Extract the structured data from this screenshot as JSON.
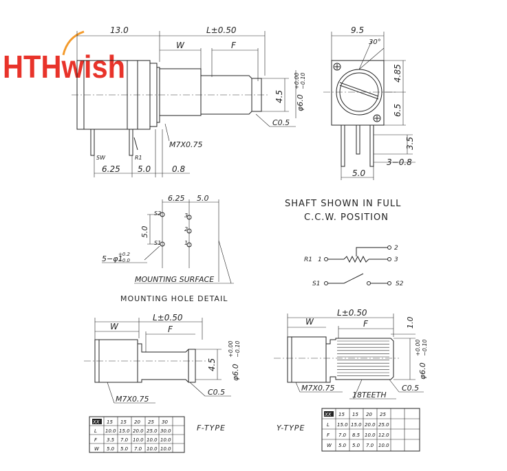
{
  "brand": {
    "logo_text": "HTHwish"
  },
  "top_view": {
    "dim_13": "13.0",
    "dim_L": "L±0.50",
    "dim_W": "W",
    "dim_F": "F",
    "dim_45": "4.5",
    "dim_6": "φ6.0",
    "tol_upper": "+0.00",
    "tol_lower": "−0.10",
    "chamfer": "C0.5",
    "thread": "M7X0.75",
    "sw": "SW",
    "r1": "R1",
    "dim_625": "6.25",
    "dim_50": "5.0",
    "dim_08": "0.8"
  },
  "side_view": {
    "dim_95": "9.5",
    "dim_30": "30°",
    "dim_485": "4.85",
    "dim_65": "6.5",
    "dim_35": "3.5",
    "dim_308": "3−0.8",
    "dim_50": "5.0"
  },
  "mount": {
    "dim_625": "6.25",
    "dim_50": "5.0",
    "dim_50v": "5.0",
    "s1": "S1",
    "s2": "S2",
    "p1": "1",
    "p2": "2",
    "p3": "3",
    "hole": "5−φ1",
    "hole_up": "+0.2",
    "hole_lo": "−0.0",
    "surface": "MOUNTING SURFACE",
    "caption": "MOUNTING HOLE DETAIL"
  },
  "note": {
    "line1": "SHAFT SHOWN IN FULL",
    "line2": "C.C.W. POSITION"
  },
  "schematic": {
    "r1": "R1",
    "n1": "1",
    "n2": "2",
    "n3": "3",
    "s1": "S1",
    "s2": "S2"
  },
  "ftype": {
    "name": "F-TYPE",
    "dim_L": "L±0.50",
    "dim_W": "W",
    "dim_F": "F",
    "dim_45": "4.5",
    "dim_6": "φ6.0",
    "tol_upper": "+0.00",
    "tol_lower": "−0.10",
    "chamfer": "C0.5",
    "thread": "M7X0.75",
    "table": {
      "headers": [
        "XX",
        "15",
        "15",
        "20",
        "25",
        "30"
      ],
      "rows": [
        [
          "L",
          "10.0",
          "15.0",
          "20.0",
          "25.0",
          "30.0"
        ],
        [
          "F",
          "3.5",
          "7.0",
          "10.0",
          "10.0",
          "10.0"
        ],
        [
          "W",
          "5.0",
          "5.0",
          "7.0",
          "10.0",
          "10.0"
        ]
      ]
    }
  },
  "ytype": {
    "name": "Y-TYPE",
    "dim_L": "L±0.50",
    "dim_W": "W",
    "dim_F": "F",
    "dim_10": "1.0",
    "dim_6": "φ6.0",
    "tol_upper": "+0.00",
    "tol_lower": "−0.10",
    "chamfer": "C0.5",
    "thread": "M7X0.75",
    "teeth": "18TEETH",
    "table": {
      "headers": [
        "XX",
        "15",
        "15",
        "20",
        "25"
      ],
      "rows": [
        [
          "L",
          "15.0",
          "15.0",
          "20.0",
          "25.0"
        ],
        [
          "F",
          "7.0",
          "8.5",
          "10.0",
          "12.0"
        ],
        [
          "W",
          "5.0",
          "5.0",
          "7.0",
          "10.0"
        ]
      ]
    }
  },
  "colors": {
    "logo_red": "#e8332a",
    "logo_orange": "#f39a2b",
    "line": "#222222"
  }
}
